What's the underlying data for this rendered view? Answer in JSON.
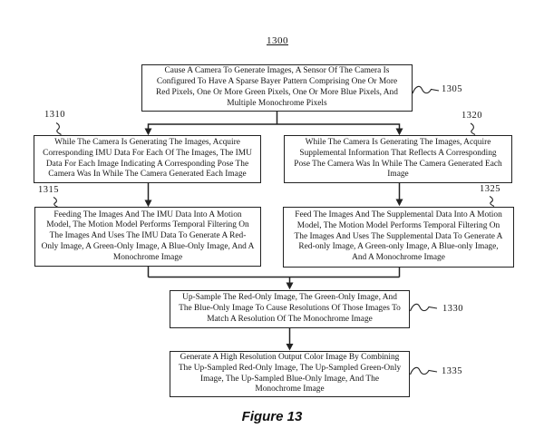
{
  "figure": {
    "number_label": "1300",
    "caption": "Figure 13"
  },
  "boxes": {
    "b1305": {
      "ref": "1305",
      "lines": [
        "Cause A Camera To Generate Images, A Sensor Of The Camera Is",
        "Configured To Have A Sparse Bayer Pattern Comprising One Or More",
        "Red Pixels, One Or More Green Pixels, One Or More Blue Pixels, And",
        "Multiple Monochrome Pixels"
      ]
    },
    "b1310": {
      "ref": "1310",
      "lines": [
        "While The Camera Is Generating The Images, Acquire",
        "Corresponding IMU Data For Each Of The Images, The IMU",
        "Data For Each Image Indicating A Corresponding Pose The",
        "Camera Was In While The Camera Generated Each Image"
      ]
    },
    "b1320": {
      "ref": "1320",
      "lines": [
        "While The Camera Is Generating The Images, Acquire",
        "Supplemental Information That Reflects A Corresponding",
        "Pose The Camera Was In While The Camera Generated Each",
        "Image"
      ]
    },
    "b1315": {
      "ref": "1315",
      "lines": [
        "Feeding The Images And The IMU Data Into A Motion",
        "Model, The Motion Model Performs Temporal Filtering On",
        "The Images And Uses The IMU Data To Generate A Red-",
        "Only Image, A Green-Only Image, A Blue-Only Image, And A",
        "Monochrome Image"
      ]
    },
    "b1325": {
      "ref": "1325",
      "lines": [
        "Feed The Images And The Supplemental Data Into A Motion",
        "Model, The Motion Model Performs Temporal Filtering On",
        "The Images And Uses The Supplemental Data To Generate A",
        "Red-only Image, A Green-only Image, A Blue-only Image,",
        "And A Monochrome Image"
      ]
    },
    "b1330": {
      "ref": "1330",
      "lines": [
        "Up-Sample The Red-Only Image, The Green-Only Image, And",
        "The Blue-Only Image To Cause Resolutions Of Those Images To",
        "Match A Resolution Of The Monochrome Image"
      ]
    },
    "b1335": {
      "ref": "1335",
      "lines": [
        "Generate A High Resolution Output Color Image By Combining",
        "The Up-Sampled Red-Only Image, The Up-Sampled Green-Only",
        "Image, The Up-Sampled Blue-Only Image, And The",
        "Monochrome Image"
      ]
    }
  }
}
